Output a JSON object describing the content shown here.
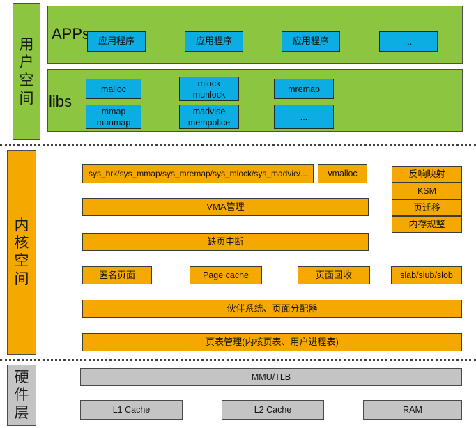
{
  "layers": {
    "user": {
      "label": "用户空间"
    },
    "kernel": {
      "label": "内核空间"
    },
    "hardware": {
      "label": "硬件层"
    }
  },
  "user_space": {
    "apps": {
      "title": "APPs",
      "boxes": [
        {
          "label": "应用程序"
        },
        {
          "label": "应用程序"
        },
        {
          "label": "应用程序"
        },
        {
          "label": "..."
        }
      ]
    },
    "libs": {
      "title": "libs",
      "boxes": [
        {
          "line1": "malloc",
          "line2": ""
        },
        {
          "line1": "mlock",
          "line2": "munlock"
        },
        {
          "line1": "mremap",
          "line2": ""
        },
        {
          "line1": "mmap",
          "line2": "munmap"
        },
        {
          "line1": "madvise",
          "line2": "mempolice"
        },
        {
          "line1": "...",
          "line2": ""
        }
      ]
    }
  },
  "kernel_space": {
    "syscalls": "sys_brk/sys_mmap/sys_mremap/sys_mlock/sys_madvie/...",
    "vmalloc": "vmalloc",
    "right_column": [
      "反响映射",
      "KSM",
      "页迁移",
      "内存规整"
    ],
    "vma": "VMA管理",
    "page_fault": "缺页中断",
    "mid_row": [
      "匿名页面",
      "Page cache",
      "页面回收",
      "slab/slub/slob"
    ],
    "buddy": "伙伴系统、页面分配器",
    "page_table": "页表管理(内核页表、用户进程表)"
  },
  "hardware_layer": {
    "mmu": "MMU/TLB",
    "boxes": [
      "L1 Cache",
      "L2 Cache",
      "RAM"
    ]
  },
  "colors": {
    "green": "#8CC540",
    "blue": "#0CADE3",
    "orange": "#F5A800",
    "gray": "#C4C4C4",
    "outline": "#3b3b3b"
  }
}
